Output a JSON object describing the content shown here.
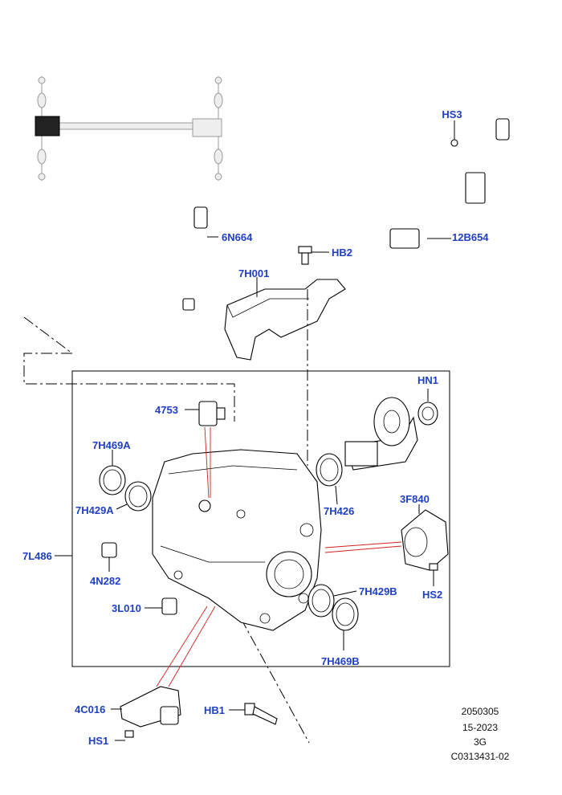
{
  "callouts": {
    "hs3": "HS3",
    "n6664": "6N664",
    "b12654": "12B654",
    "hb2": "HB2",
    "h001": "7H001",
    "hn1": "HN1",
    "c4753": "4753",
    "h469a": "7H469A",
    "h429a": "7H429A",
    "h426": "7H426",
    "f840": "3F840",
    "l486": "7L486",
    "n282": "4N282",
    "hs2": "HS2",
    "h429b": "7H429B",
    "l010": "3L010",
    "h469b": "7H469B",
    "c016": "4C016",
    "hb1": "HB1",
    "hs1": "HS1"
  },
  "reference": {
    "line1": "2050305",
    "line2": "15-2023",
    "line3": "3G",
    "line4": "C0313431-02"
  },
  "colors": {
    "callout_text": "#1f3fc4",
    "leader_red": "#d32020"
  }
}
